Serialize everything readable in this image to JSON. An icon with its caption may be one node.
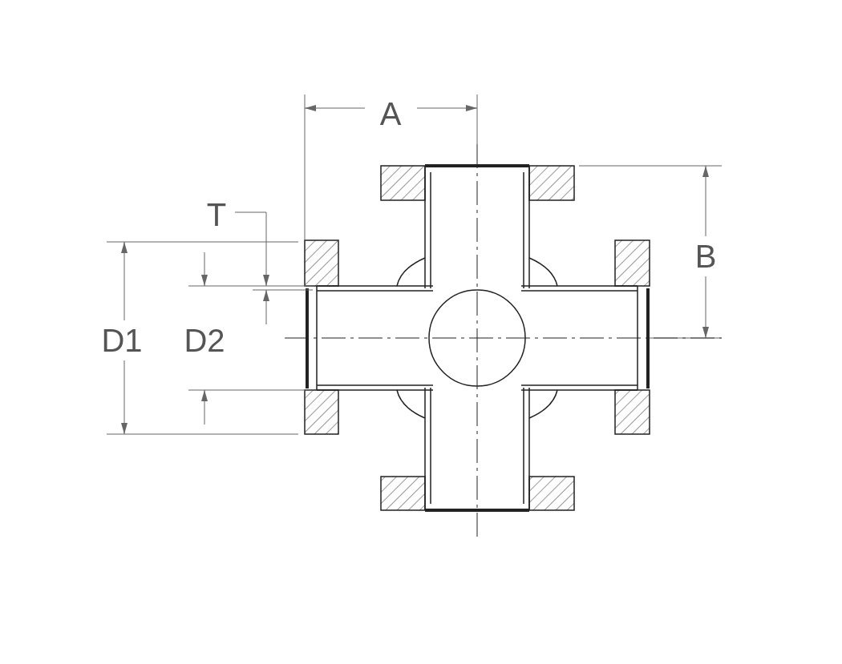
{
  "diagram": {
    "labels": [
      "A",
      "T",
      "B",
      "D1",
      "D2"
    ]
  }
}
